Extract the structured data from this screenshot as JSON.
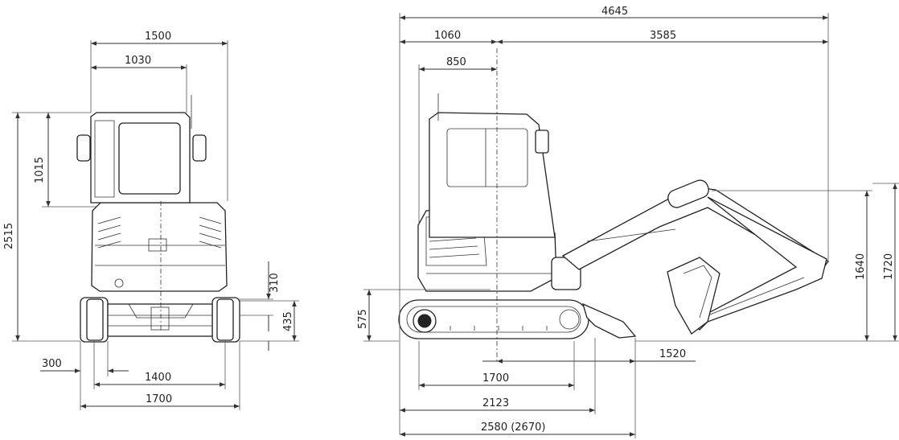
{
  "front_view": {
    "width_overall": "1500",
    "width_cab": "1030",
    "cab_height": "1015",
    "overall_height": "2515",
    "ground_clearance": "310",
    "track_height": "435",
    "shoe_width": "300",
    "track_gauge": "1400",
    "undercarriage_width": "1700"
  },
  "side_view": {
    "overall_length": "4645",
    "rear_to_center": "1060",
    "center_to_front": "3585",
    "tail_radius": "850",
    "blade_height": "575",
    "boom_height_1": "1640",
    "boom_height_2": "1720",
    "tumbler_distance": "1700",
    "track_length": "2123",
    "length_to_blade": "2580 (2670)",
    "blade_reach": "1520"
  },
  "colors": {
    "line": "#222222",
    "background": "#ffffff"
  },
  "icons": [
    "arrowhead"
  ]
}
